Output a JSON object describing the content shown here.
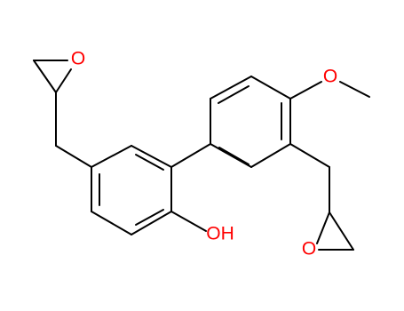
{
  "molecule": {
    "labels": {
      "top_epoxide_oxygen": "O",
      "methoxy_oxygen": "O",
      "hydroxyl": "OH",
      "bottom_epoxide_oxygen": "O"
    },
    "colors": {
      "bond": "#000000",
      "oxygen": "#ff0000"
    }
  }
}
